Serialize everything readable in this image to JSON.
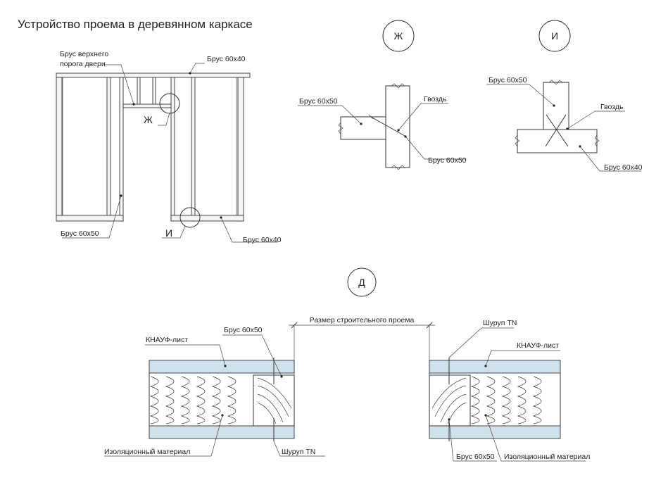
{
  "title": "Устройство проема в деревянном каркасе",
  "frame": {
    "label_top_beam_1": "Брус верхнего",
    "label_top_beam_2": "порога двери",
    "label_beam_top": "Брус 60х40",
    "label_stud": "Брус 60х50",
    "label_beam_bottom": "Брус 60х40",
    "marker_zh": "Ж",
    "marker_i": "И"
  },
  "detail_zh": {
    "letter": "Ж",
    "label_left": "Брус 60х50",
    "label_nail": "Гвоздь",
    "label_right": "Брус 60х50"
  },
  "detail_i": {
    "letter": "И",
    "label_top": "Брус 60х50",
    "label_nail": "Гвоздь",
    "label_bottom": "Брус 60х40"
  },
  "section_d": {
    "letter": "Д",
    "dimension": "Размер строительного проема",
    "left": {
      "board": "КНАУФ-лист",
      "beam": "Брус 60х50",
      "insulation": "Изоляционный материал",
      "screw": "Шуруп TN"
    },
    "right": {
      "screw": "Шуруп TN",
      "board": "КНАУФ-лист",
      "beam": "Брус 60х50",
      "insulation": "Изоляционный материал"
    }
  }
}
